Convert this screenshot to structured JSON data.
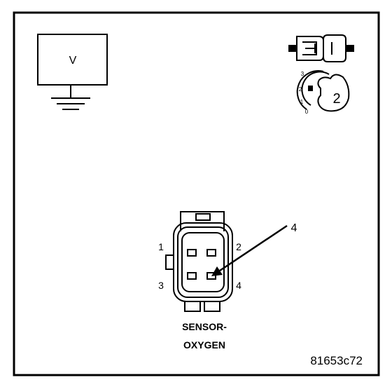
{
  "voltmeter": {
    "label": "V"
  },
  "ignition_switch": {
    "scale_labels": [
      "3",
      "2",
      "1",
      "0"
    ],
    "key_position": "2"
  },
  "connector": {
    "pin_labels": {
      "p1": "1",
      "p2": "2",
      "p3": "3",
      "p4": "4"
    },
    "callout_label": "4"
  },
  "caption": {
    "line1": "SENSOR-",
    "line2": "OXYGEN"
  },
  "figure_id": "81653c72"
}
